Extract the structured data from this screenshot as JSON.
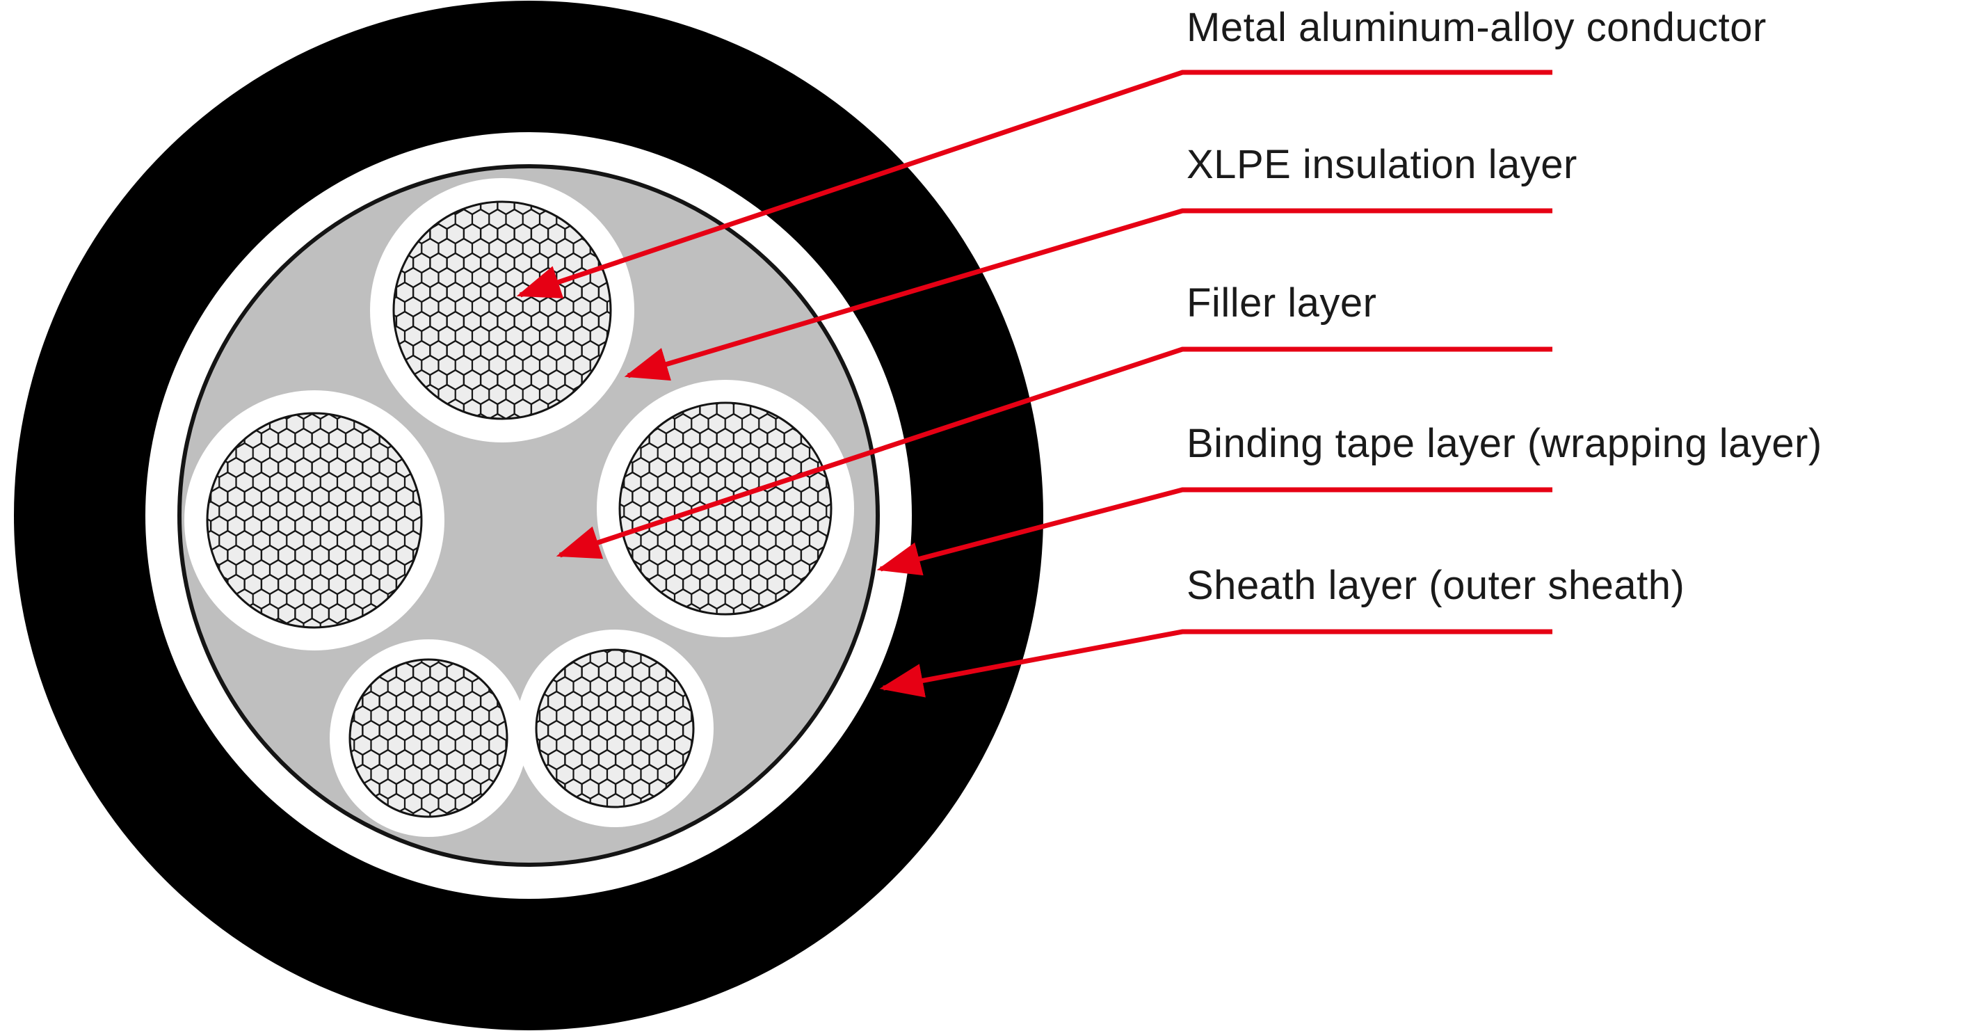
{
  "diagram": {
    "type": "cable-cross-section",
    "labels": [
      {
        "id": "conductor",
        "text": "Metal aluminum-alloy conductor"
      },
      {
        "id": "insulation",
        "text": "XLPE insulation layer"
      },
      {
        "id": "filler",
        "text": "Filler layer"
      },
      {
        "id": "binding",
        "text": "Binding tape layer (wrapping layer)"
      },
      {
        "id": "sheath",
        "text": "Sheath layer (outer sheath)"
      }
    ]
  },
  "colors": {
    "accent": "#e60014",
    "sheath": "#000000",
    "binding-tape": "#ffffff",
    "filler": "#bfbfbf",
    "insulation": "#ffffff",
    "conductor-bg": "#ededed",
    "strand-line": "#141414",
    "label-color": "#1a1a1a"
  }
}
